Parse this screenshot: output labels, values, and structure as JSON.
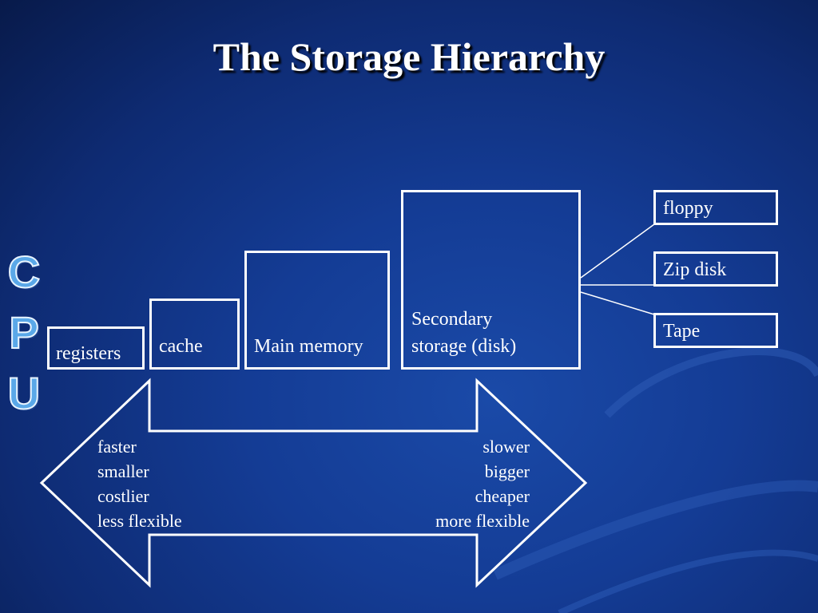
{
  "slide": {
    "title": "The Storage Hierarchy",
    "cpu_letters": [
      "C",
      "P",
      "U"
    ],
    "levels": [
      {
        "label": "registers"
      },
      {
        "label": "cache"
      },
      {
        "label": "Main memory"
      },
      {
        "label_lines": [
          "Secondary",
          "storage (disk)"
        ]
      }
    ],
    "secondary_devices": [
      {
        "label": "floppy"
      },
      {
        "label": "Zip disk"
      },
      {
        "label": "Tape"
      }
    ],
    "arrow": {
      "left_text": [
        "faster",
        "smaller",
        "costlier",
        "less flexible"
      ],
      "right_text": [
        "slower",
        "bigger",
        "cheaper",
        "more flexible"
      ]
    },
    "colors": {
      "background": "#143c95",
      "foreground": "#ffffff",
      "cpu_letters": "#5aa8e8"
    }
  }
}
